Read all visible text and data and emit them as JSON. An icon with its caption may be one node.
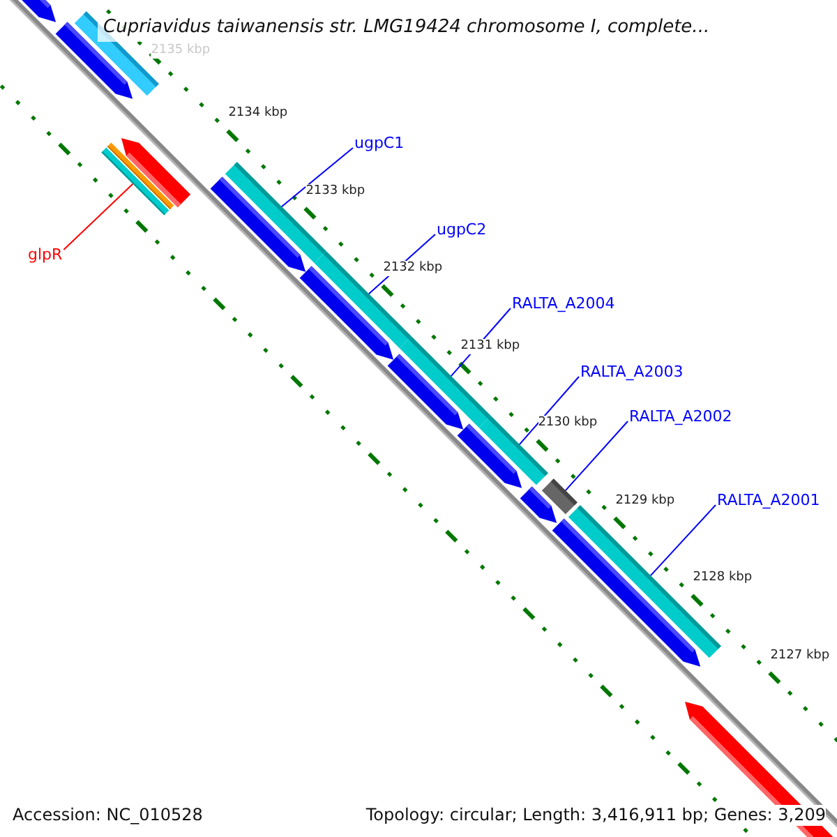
{
  "diagram": {
    "title": "Cupriavidus taiwanensis str. LMG19424 chromosome I, complete...",
    "nodes": [
      {
        "text": [
          "ugpC1"
        ]
      },
      {
        "text": [
          "ugpC2"
        ]
      },
      {
        "text": [
          "RALTA_A2004"
        ]
      },
      {
        "text": [
          "RALTA_A2003"
        ]
      },
      {
        "text": [
          "RALTA_A2002"
        ]
      },
      {
        "text": [
          "RALTA_A2001"
        ]
      },
      {
        "text": [
          "glpR"
        ]
      },
      {
        "text": [],
        "shape": "arrow"
      },
      {
        "text": [],
        "shape": "arrow"
      },
      {
        "text": [],
        "shape": "bar"
      },
      {
        "text": [],
        "shape": "arrow"
      },
      {
        "text": [],
        "shape": "bar"
      },
      {
        "text": [],
        "shape": "bar"
      },
      {
        "text": [],
        "shape": "bar"
      },
      {
        "text": [],
        "shape": "arrow"
      },
      {
        "text": [],
        "shape": "bar"
      },
      {
        "text": [],
        "shape": "arrow"
      },
      {
        "text": [],
        "shape": "bar"
      },
      {
        "text": [],
        "shape": "arrow"
      },
      {
        "text": [],
        "shape": "bar"
      },
      {
        "text": [],
        "shape": "arrow"
      },
      {
        "text": [],
        "shape": "bar"
      },
      {
        "text": [],
        "shape": "arrow"
      },
      {
        "text": [],
        "shape": "bar"
      },
      {
        "text": [],
        "shape": "arrow"
      },
      {
        "text": [],
        "shape": "arrow"
      }
    ],
    "edges": [
      {
        "from": 0,
        "to": 13,
        "arrow": "none"
      },
      {
        "from": 1,
        "to": 15,
        "arrow": "none"
      },
      {
        "from": 2,
        "to": 17,
        "arrow": "none"
      },
      {
        "from": 3,
        "to": 19,
        "arrow": "none"
      },
      {
        "from": 4,
        "to": 21,
        "arrow": "none"
      },
      {
        "from": 5,
        "to": 23,
        "arrow": "none"
      },
      {
        "from": 6,
        "to": 12,
        "arrow": "none",
        "color": "#ff0000"
      }
    ],
    "labels": [
      "2135 kbp",
      "2134 kbp",
      "2133 kbp",
      "2132 kbp",
      "2131 kbp",
      "2130 kbp",
      "2129 kbp",
      "2128 kbp",
      "2127 kbp",
      "Accession: NC_010528",
      "Topology: circular; Length: 3,416,911 bp; Genes: 3,209"
    ]
  }
}
